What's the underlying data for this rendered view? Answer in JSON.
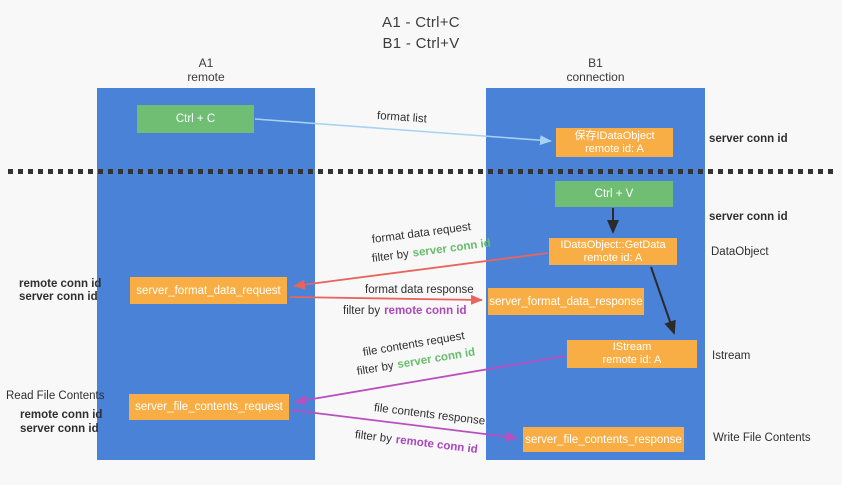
{
  "title": {
    "line1": "A1 - Ctrl+C",
    "line2": "B1 - Ctrl+V"
  },
  "lanes": {
    "left": {
      "id": "A1",
      "role": "remote"
    },
    "right": {
      "id": "B1",
      "role": "connection"
    }
  },
  "nodes": {
    "ctrl_c": {
      "label": "Ctrl + C"
    },
    "ctrl_v": {
      "label": "Ctrl + V"
    },
    "save_idataobject": {
      "line1": "保存IDataObject",
      "line2": "remote id: A"
    },
    "getdata": {
      "line1": "IDataObject::GetData",
      "line2": "remote id: A"
    },
    "istream": {
      "line1": "IStream",
      "line2": "remote id: A"
    },
    "format_request": {
      "label": "server_format_data_request"
    },
    "format_response": {
      "label": "server_format_data_response"
    },
    "file_request": {
      "label": "server_file_contents_request"
    },
    "file_response": {
      "label": "server_file_contents_response"
    }
  },
  "arrow_labels": {
    "format_list": "format list",
    "format_data_request": "format data request",
    "format_data_response": "format data response",
    "file_contents_request": "file contents request",
    "file_contents_response": "file contents response",
    "filter_by": "filter by",
    "server_conn_id": "server conn id",
    "remote_conn_id": "remote conn id"
  },
  "side_labels": {
    "server_conn_id_right_top": "server conn id",
    "server_conn_id_right_mid": "server conn id",
    "dataobject": "DataObject",
    "istream": "Istream",
    "write_file_contents": "Write File Contents",
    "read_file_contents": "Read File Contents",
    "remote_conn_id_left_top": "remote conn id",
    "server_conn_id_left_top": "server conn id",
    "remote_conn_id_left_bottom": "remote conn id",
    "server_conn_id_left_bottom": "server conn id"
  },
  "colors": {
    "lane_blue": "#4a82d8",
    "node_green": "#6fbe73",
    "node_orange": "#f9ae45",
    "arrow_light_blue": "#a6d3f2",
    "arrow_red": "#e8655e",
    "arrow_purple": "#ba4fc0",
    "arrow_black": "#2b2b2b",
    "text_green": "#67bd6b",
    "text_purple": "#ab47bc",
    "background": "#f8f8f8"
  }
}
